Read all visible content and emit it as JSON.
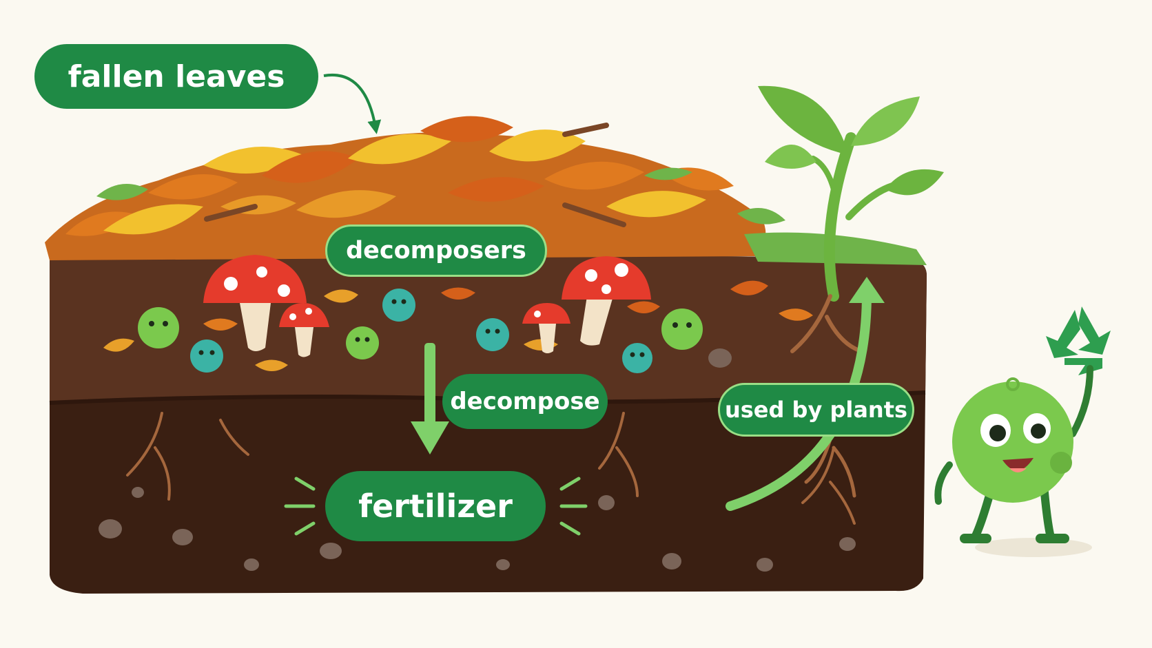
{
  "labels": {
    "fallen_leaves": "fallen leaves",
    "decomposers": "decomposers",
    "decompose": "decompose",
    "fertilizer": "fertilizer",
    "used_by_plants": "used by plants"
  },
  "icons": [
    "leaf-icon",
    "mushroom-icon",
    "microbe-icon",
    "sprout-icon",
    "recycle-icon",
    "mascot-icon",
    "arrow-down-icon",
    "arrow-up-icon"
  ],
  "colors": {
    "label_green": "#1f8a45",
    "label_outline": "#9adf86",
    "soil_dark": "#3a1f12",
    "soil_top": "#5a3320",
    "arrow_green": "#7fd06a",
    "leaf_orange": "#e07a1f",
    "leaf_yellow": "#f2c12e",
    "mushroom_red": "#e53b2c",
    "background": "#fbf9f1"
  }
}
